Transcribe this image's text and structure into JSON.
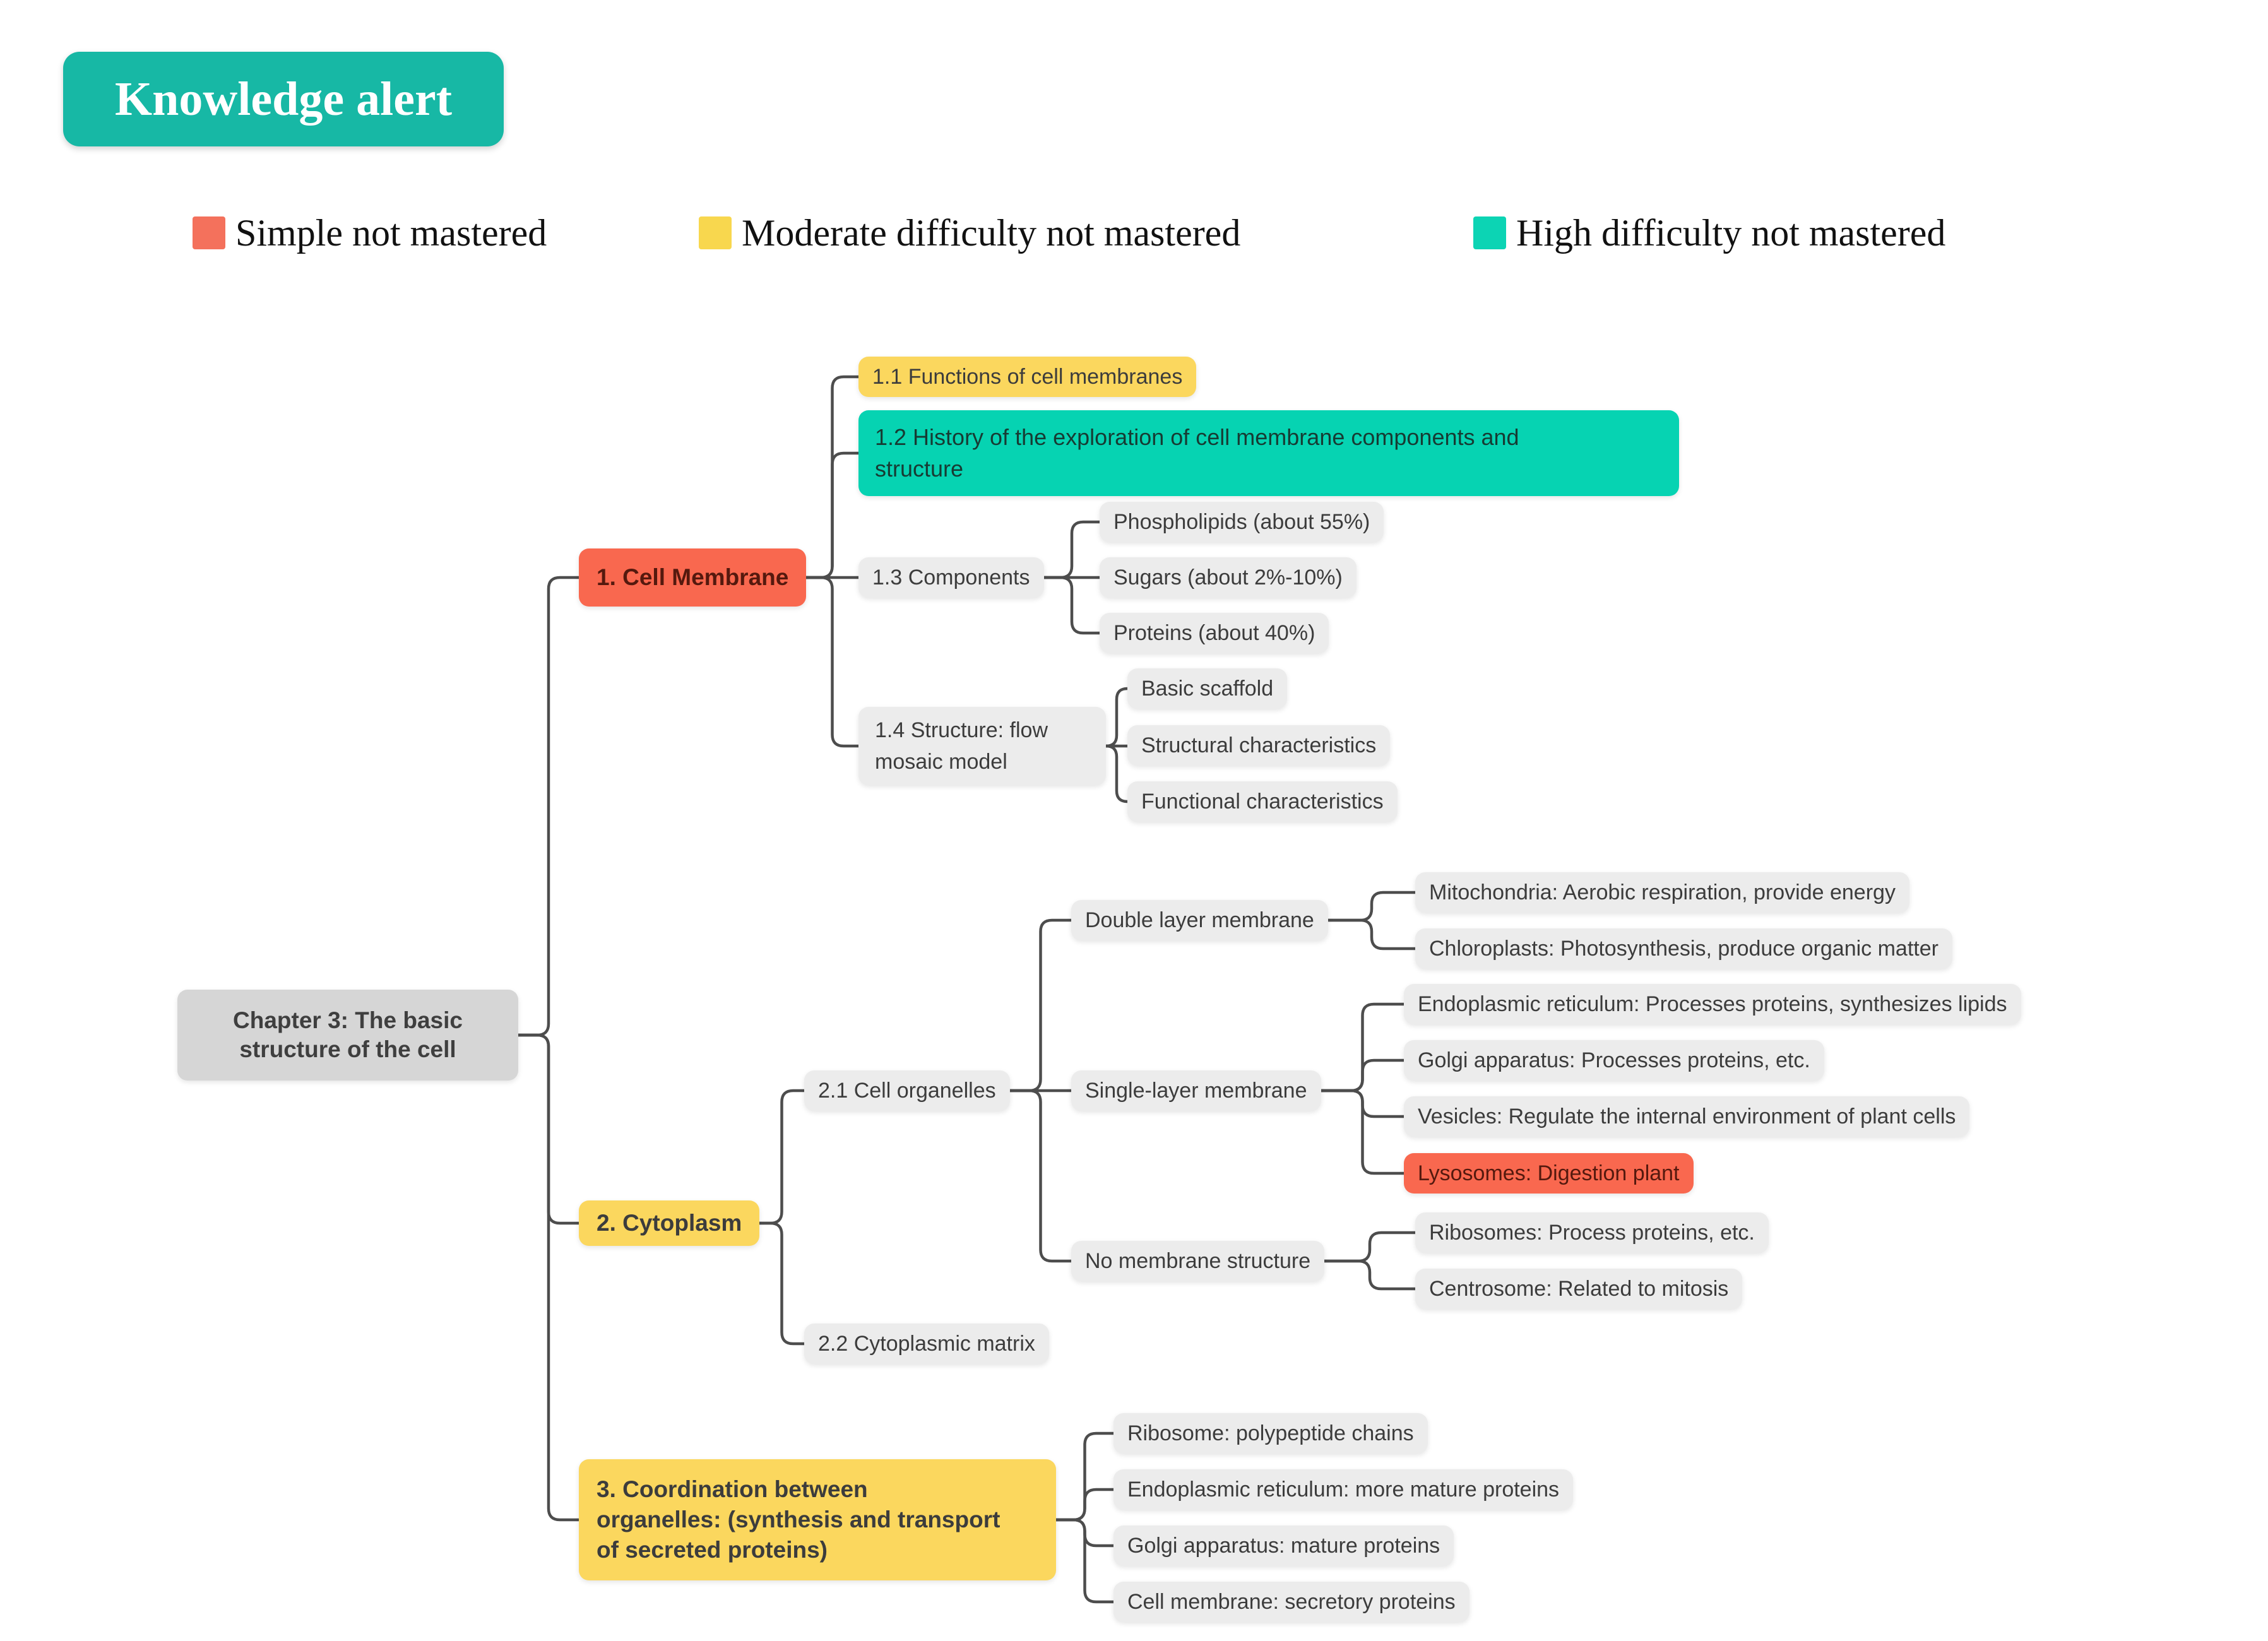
{
  "header": {
    "badge_label": "Knowledge alert"
  },
  "legend": {
    "items": [
      {
        "label": "Simple not mastered",
        "color": "#f4715c"
      },
      {
        "label": "Moderate difficulty not mastered",
        "color": "#f8d74e"
      },
      {
        "label": "High difficulty not mastered",
        "color": "#0cd4b4"
      }
    ]
  },
  "colors": {
    "simple_not_mastered": "#f9684f",
    "moderate_not_mastered": "#fbd75e",
    "high_not_mastered": "#06d3b2",
    "neutral_node": "#ececec",
    "root_node": "#d6d6d6",
    "connector": "#4d4d4d"
  },
  "mindmap": {
    "nodes": {
      "root": {
        "label": "Chapter 3: The basic\nstructure of the cell"
      },
      "n1": {
        "label": "1. Cell Membrane"
      },
      "n1_1": {
        "label": "1.1 Functions of cell membranes"
      },
      "n1_2": {
        "label": "1.2 History of the exploration of cell membrane components and\nstructure"
      },
      "n1_3": {
        "label": "1.3 Components"
      },
      "n1_3_1": {
        "label": "Phospholipids (about 55%)"
      },
      "n1_3_2": {
        "label": "Sugars (about 2%-10%)"
      },
      "n1_3_3": {
        "label": "Proteins (about 40%)"
      },
      "n1_4": {
        "label": "1.4 Structure: flow\nmosaic model"
      },
      "n1_4_1": {
        "label": "Basic scaffold"
      },
      "n1_4_2": {
        "label": "Structural characteristics"
      },
      "n1_4_3": {
        "label": "Functional characteristics"
      },
      "n2": {
        "label": "2. Cytoplasm"
      },
      "n2_1": {
        "label": "2.1 Cell organelles"
      },
      "n2_1_1": {
        "label": "Double layer membrane"
      },
      "n2_1_1_1": {
        "label": "Mitochondria: Aerobic respiration, provide energy"
      },
      "n2_1_1_2": {
        "label": "Chloroplasts: Photosynthesis, produce organic matter"
      },
      "n2_1_2": {
        "label": "Single-layer membrane"
      },
      "n2_1_2_1": {
        "label": "Endoplasmic reticulum: Processes proteins, synthesizes lipids"
      },
      "n2_1_2_2": {
        "label": "Golgi apparatus: Processes proteins, etc."
      },
      "n2_1_2_3": {
        "label": "Vesicles: Regulate the internal environment of plant cells"
      },
      "n2_1_2_4": {
        "label": "Lysosomes: Digestion plant"
      },
      "n2_1_3": {
        "label": "No membrane structure"
      },
      "n2_1_3_1": {
        "label": "Ribosomes: Process proteins, etc."
      },
      "n2_1_3_2": {
        "label": "Centrosome: Related to mitosis"
      },
      "n2_2": {
        "label": "2.2 Cytoplasmic matrix"
      },
      "n3": {
        "label": "3. Coordination between\norganelles: (synthesis and transport\nof secreted proteins)"
      },
      "n3_1": {
        "label": "Ribosome: polypeptide chains"
      },
      "n3_2": {
        "label": "Endoplasmic reticulum: more mature proteins"
      },
      "n3_3": {
        "label": "Golgi apparatus: mature proteins"
      },
      "n3_4": {
        "label": "Cell membrane: secretory proteins"
      }
    }
  }
}
